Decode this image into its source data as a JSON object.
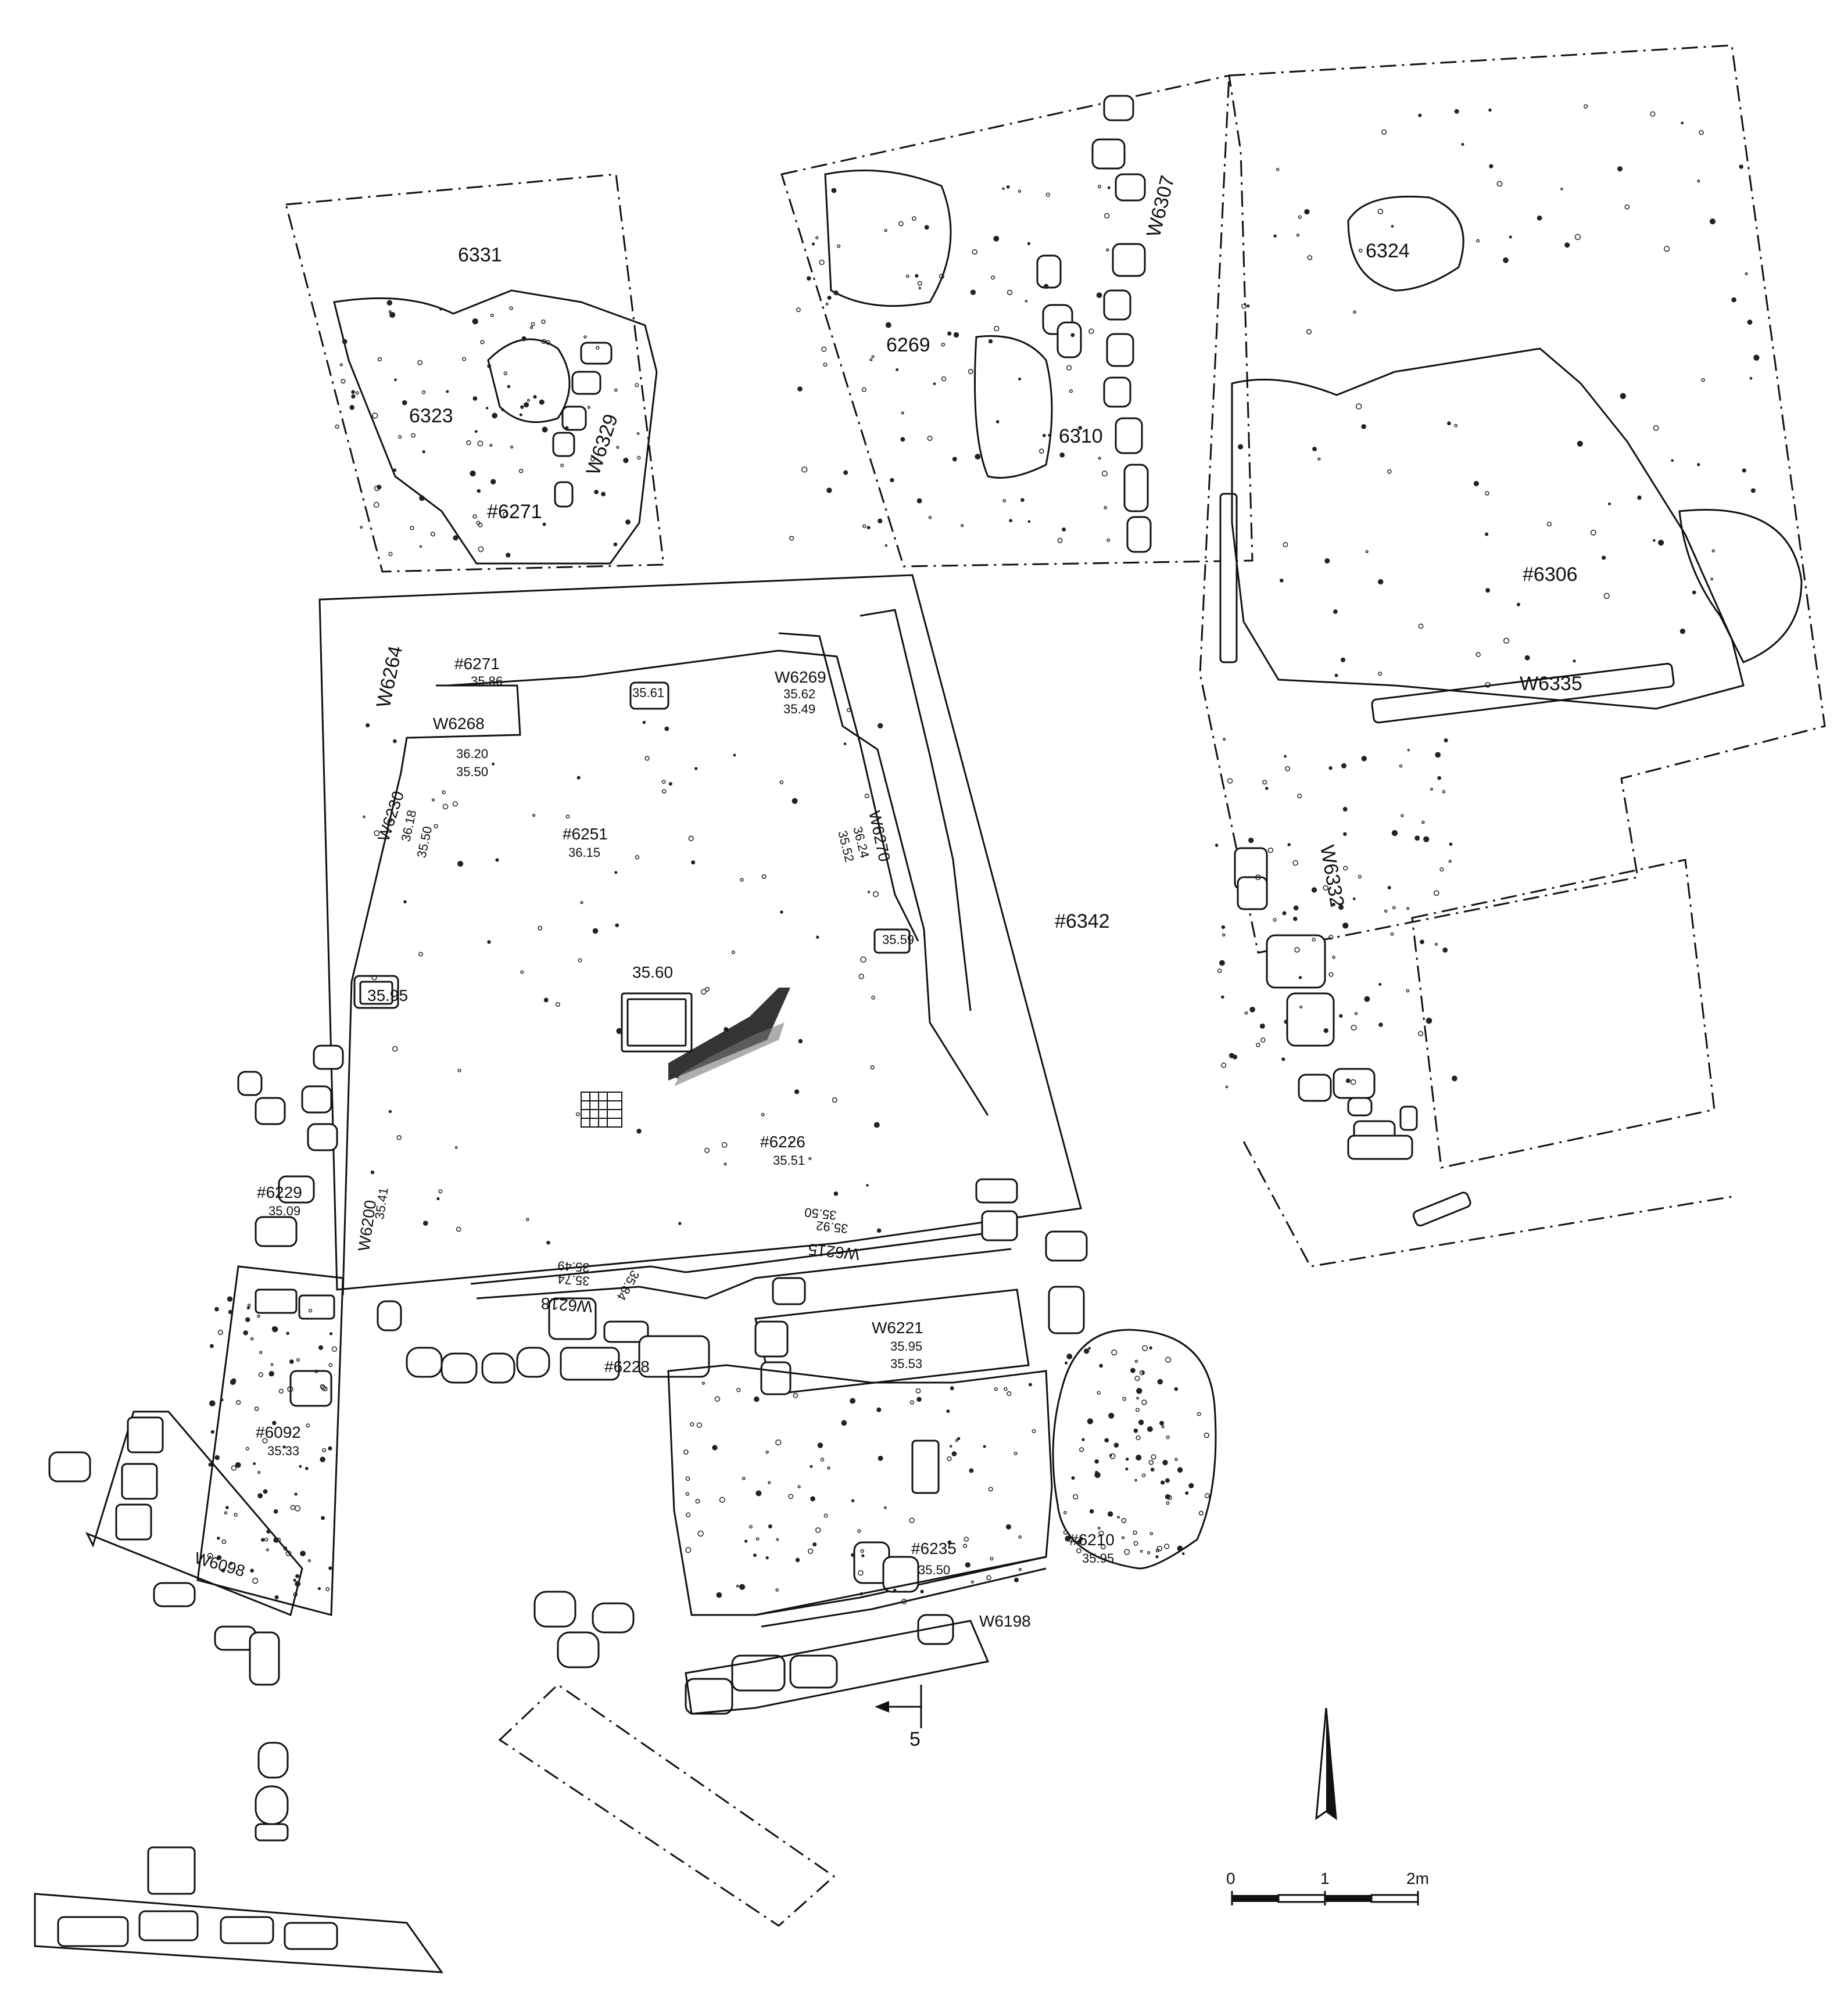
{
  "loci_plain": [
    "6331",
    "6323",
    "6269",
    "6310",
    "6324"
  ],
  "loci_hash": [
    "#6271",
    "#6251",
    "#6226",
    "#6229",
    "#6092",
    "#6228",
    "#6235",
    "#6210",
    "#6306",
    "#6342"
  ],
  "walls": [
    "W6329",
    "W6307",
    "W6264",
    "W6268",
    "W6269",
    "W6230",
    "W6270",
    "W6200",
    "W6218",
    "W6215",
    "W6221",
    "W6098",
    "W6198",
    "W6335",
    "W6332"
  ],
  "elevations": {
    "e6271": "35.86",
    "e3561": "35.61",
    "e6269a": "35.62",
    "e6269b": "35.49",
    "e6268a": "36.20",
    "e6268b": "35.50",
    "e6230a": "36.18",
    "e6230b": "35.50",
    "e6251": "36.15",
    "e6270a": "36.24",
    "e6270b": "35.52",
    "e3559": "35.59",
    "e3560": "35.60",
    "e3595": "35.95",
    "e6226": "35.51",
    "e6229": "35.09",
    "e6200": "35.41",
    "e6215a": "35.50",
    "e6215b": "35.92",
    "e6218a": "35.49",
    "e6218b": "35.74",
    "e6218c": "35.84",
    "e6221a": "35.95",
    "e6221b": "35.53",
    "e6092": "35.33",
    "e6235": "35.50",
    "e6210": "35.95"
  },
  "section_marker": "5",
  "scale_bar": {
    "labels": [
      "0",
      "1",
      "2m"
    ]
  },
  "north_arrow": "north-arrow-icon"
}
